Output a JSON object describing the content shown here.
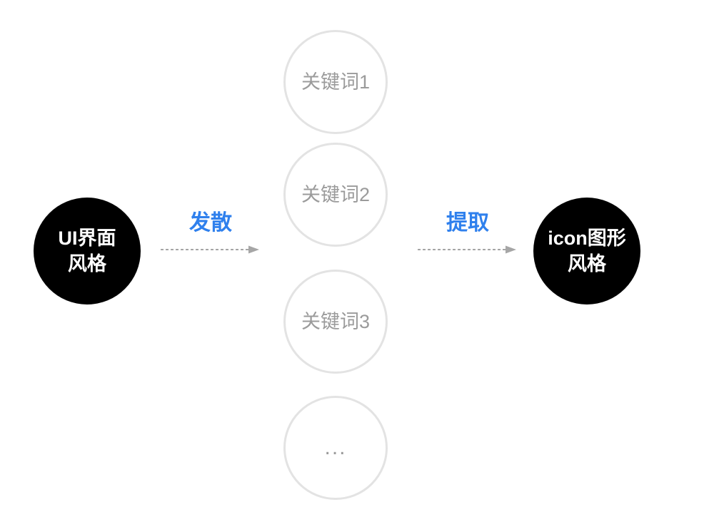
{
  "colors": {
    "accent_blue": "#2F80ED",
    "node_bg": "#000000",
    "node_text": "#FFFFFF",
    "keyword_border": "#E3E3E3",
    "keyword_text": "#9B9B9B",
    "arrow_gray": "#A6A6A6",
    "background": "#FFFFFF"
  },
  "nodes": {
    "left": {
      "text": "UI界面\n风格"
    },
    "right": {
      "text": "icon图形\n风格"
    }
  },
  "keywords": [
    {
      "label": "关键词1"
    },
    {
      "label": "关键词2"
    },
    {
      "label": "关键词3"
    },
    {
      "label": "..."
    }
  ],
  "flows": [
    {
      "label": "发散"
    },
    {
      "label": "提取"
    }
  ]
}
